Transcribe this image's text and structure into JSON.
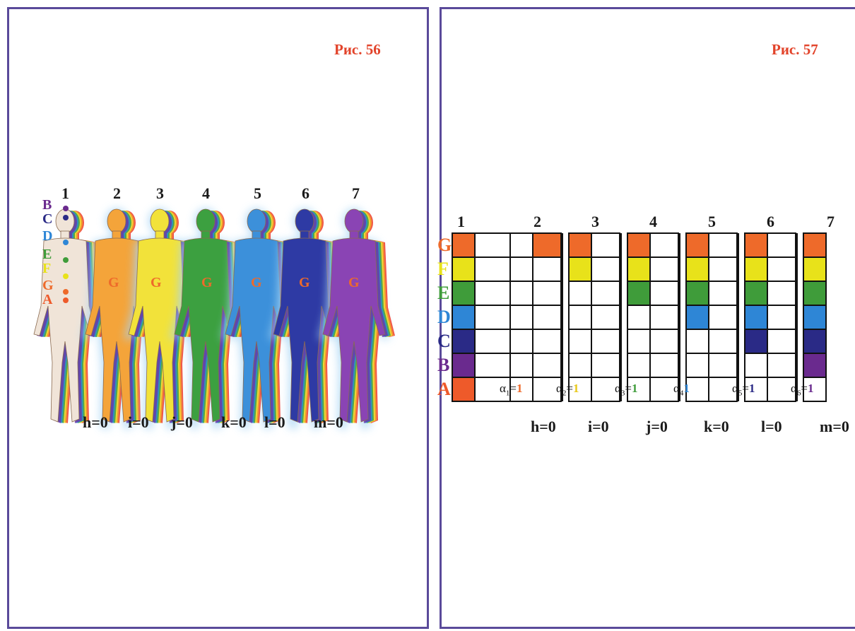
{
  "left_page": {
    "figure_label": "Рис. 56",
    "figure_numbers": [
      "1",
      "2",
      "3",
      "4",
      "5",
      "6",
      "7"
    ],
    "body_letters": [
      "B",
      "C",
      "D",
      "E",
      "F",
      "G",
      "A"
    ],
    "bottom_labels": [
      "h=0",
      "i=0",
      "j=0",
      "k=0",
      "l=0",
      "m=0"
    ]
  },
  "right_page": {
    "figure_label": "Рис. 57",
    "column_numbers": [
      "1",
      "2",
      "3",
      "4",
      "5",
      "6",
      "7"
    ],
    "row_letters": [
      "G",
      "F",
      "E",
      "D",
      "C",
      "B",
      "A"
    ],
    "alphas": [
      {
        "sym": "α",
        "sub": "1",
        "eq": "=",
        "val": "1"
      },
      {
        "sym": "α",
        "sub": "2",
        "eq": "=",
        "val": "1"
      },
      {
        "sym": "α",
        "sub": "3",
        "eq": "=",
        "val": "1"
      },
      {
        "sym": "α",
        "sub": "4",
        "eq": "",
        "val": "1"
      },
      {
        "sym": "α",
        "sub": "5",
        "eq": "=",
        "val": "1"
      },
      {
        "sym": "α",
        "sub": "6",
        "eq": "=",
        "val": "1"
      }
    ],
    "bottom_labels": [
      "h=0",
      "i=0",
      "j=0",
      "k=0",
      "l=0",
      "m=0"
    ]
  },
  "colors": {
    "G": "#ee6a2a",
    "F": "#e8e21a",
    "E": "#3f9c3a",
    "D": "#2e86d6",
    "C": "#2a2a86",
    "B": "#6a2a8e",
    "A": "#ee5a2a",
    "border": "#5a4a9a",
    "figure_label": "#e2432a"
  },
  "figure_colors": [
    "#f0e4d8",
    "#f4a43a",
    "#f2e23a",
    "#3ca040",
    "#3c90da",
    "#2e3aa4",
    "#8a44b4"
  ]
}
